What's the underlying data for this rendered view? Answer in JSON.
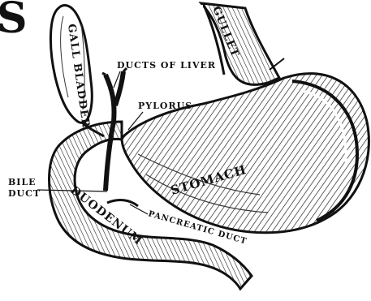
{
  "labels": {
    "gall_bladder": "GALL BLADDER",
    "gullet": "GULLET",
    "ducts_of_liver": "DUCTS OF LIVER",
    "pylorus": "PYLORUS",
    "stomach": "STOMACH",
    "bile_duct_line1": "BILE",
    "bile_duct_line2": "DUCT",
    "duodenum": "DUODENUM",
    "pancreatic_duct": "PANCREATIC DUCT",
    "corner_glyph": "S"
  },
  "pasted_excerpt": {
    "heading": "",
    "lines": [
      "",
      "",
      "",
      "",
      "",
      "",
      "",
      "",
      "",
      "",
      "",
      ""
    ]
  },
  "colors": {
    "ink": "#111111",
    "paper": "#ffffff",
    "highlight": "#d2692a"
  }
}
